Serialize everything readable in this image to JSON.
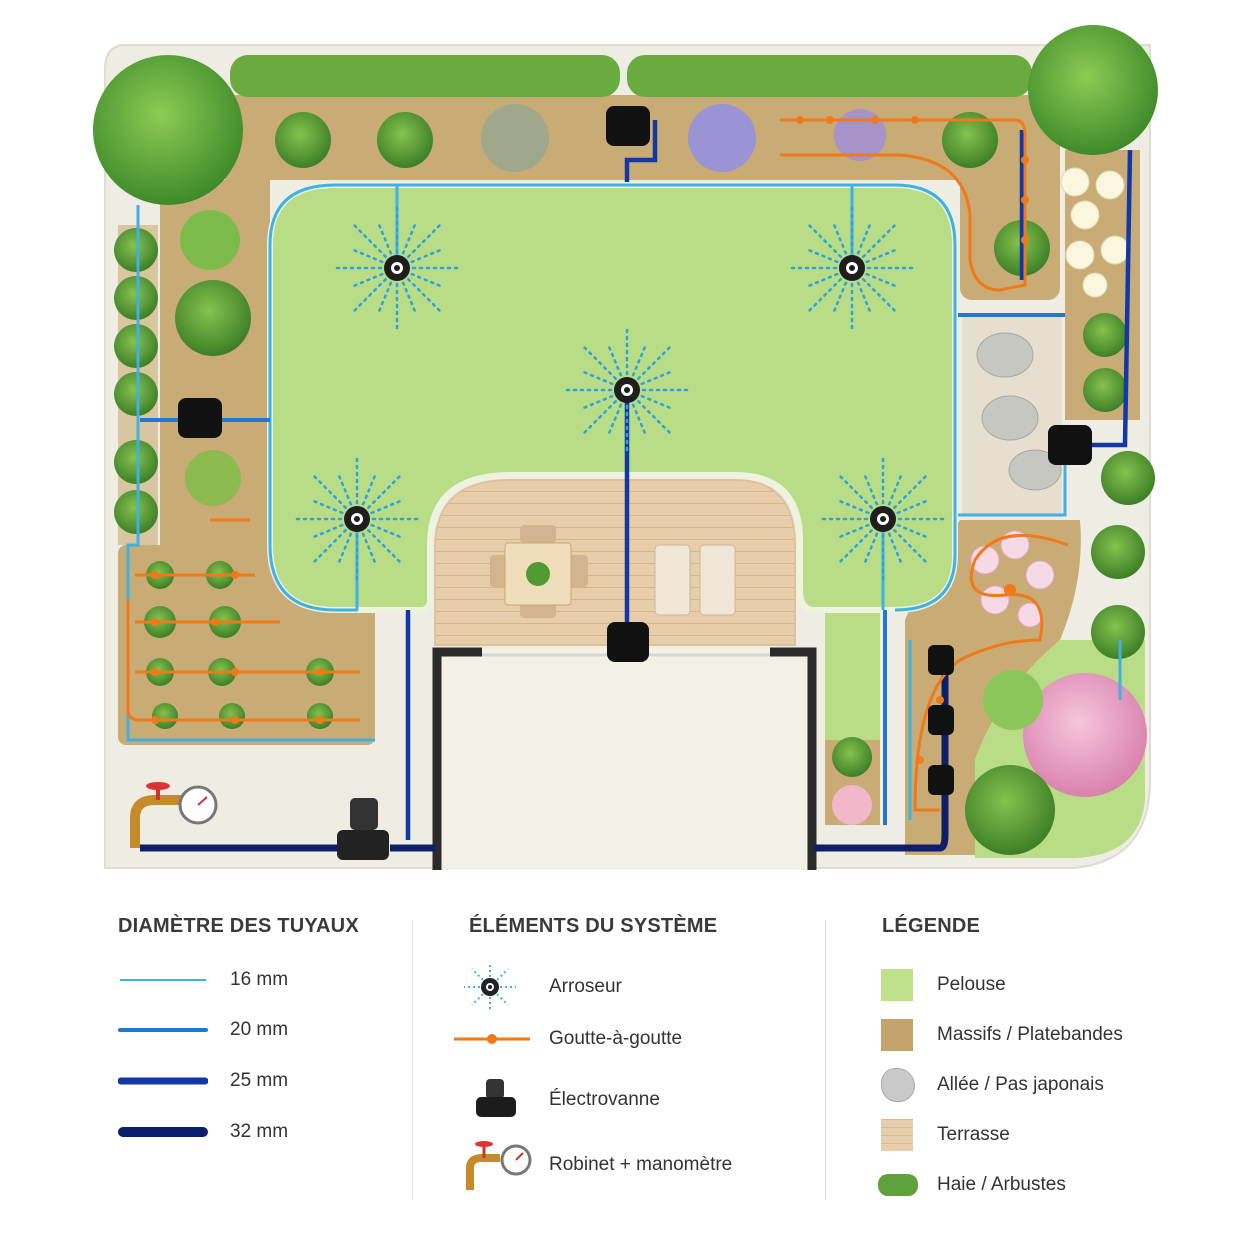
{
  "legend": {
    "pipes": {
      "title": "DIAMÈTRE DES TUYAUX",
      "items": [
        {
          "label": "16 mm",
          "color": "#3fb1e6"
        },
        {
          "label": "20 mm",
          "color": "#1f78d1"
        },
        {
          "label": "25 mm",
          "color": "#1238a8"
        },
        {
          "label": "32 mm",
          "color": "#0b1f6b"
        }
      ]
    },
    "elements": {
      "title": "ÉLÉMENTS DU SYSTÈME",
      "items": [
        {
          "label": "Arroseur",
          "icon": "sprinkler-icon"
        },
        {
          "label": "Goutte-à-goutte",
          "icon": "drip-line-icon"
        },
        {
          "label": "Électrovanne",
          "icon": "solenoid-valve-icon"
        },
        {
          "label": "Robinet + manomètre",
          "icon": "faucet-gauge-icon"
        }
      ]
    },
    "zones": {
      "title": "LÉGENDE",
      "items": [
        {
          "label": "Pelouse",
          "color": "#bfe08d"
        },
        {
          "label": "Massifs / Platebandes",
          "color": "#c4a46d"
        },
        {
          "label": "Allée / Pas japonais",
          "color": "#c9c9c9"
        },
        {
          "label": "Terrasse",
          "color": "#e7cfae"
        },
        {
          "label": "Haie / Arbustes",
          "color": "#5fa13a"
        }
      ]
    }
  },
  "colors": {
    "lawn": "#b9dc86",
    "bed": "#c9ab76",
    "terrace": "#e5c9a4",
    "path": "#d9d6cf",
    "hedge": "#6aab3f",
    "drip": "#f07a1a",
    "house": "#f3f1e6"
  }
}
